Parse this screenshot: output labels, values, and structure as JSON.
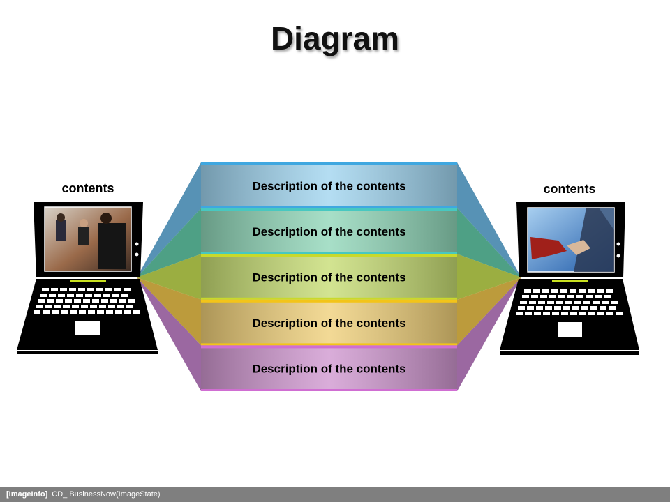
{
  "title": "Diagram",
  "left_laptop": {
    "label": "contents",
    "photo": "business-meeting-photo"
  },
  "right_laptop": {
    "label": "contents",
    "photo": "handshake-photo"
  },
  "bands": [
    {
      "label": "Description of the contents",
      "color": "#9fd4ef",
      "accent": "#3fa7e0",
      "beam": "#3a7fa8"
    },
    {
      "label": "Description of the contents",
      "color": "#8fd6b8",
      "accent": "#48c8c0",
      "beam": "#2f8f70"
    },
    {
      "label": "Description of the contents",
      "color": "#c6dc72",
      "accent": "#c9d92a",
      "beam": "#8aa020"
    },
    {
      "label": "Description of the contents",
      "color": "#efcf78",
      "accent": "#f3c419",
      "beam": "#b08a1a"
    },
    {
      "label": "Description of the contents",
      "color": "#cf96cf",
      "accent": "#d06ed2",
      "beam": "#8a4d90"
    }
  ],
  "footer": {
    "tag": "[ImageInfo]",
    "text": "CD_ BusinessNow(ImageState)"
  }
}
